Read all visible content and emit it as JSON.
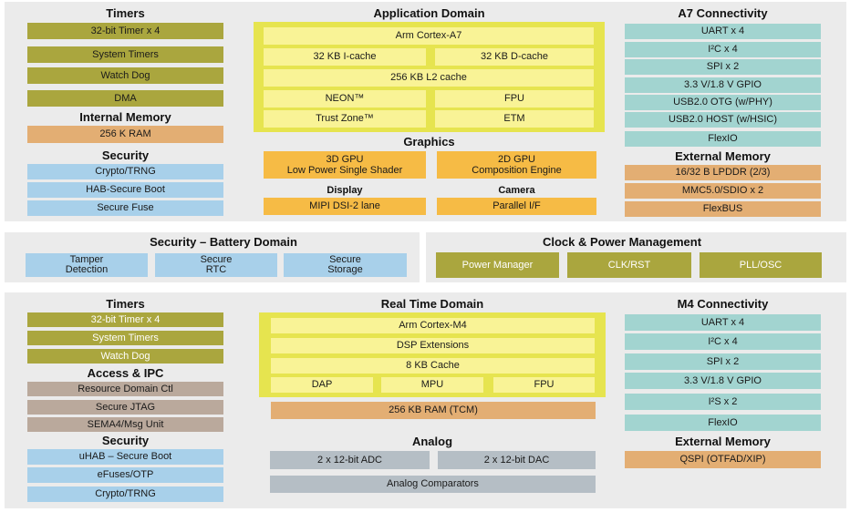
{
  "top": {
    "timers": {
      "title": "Timers",
      "items": [
        "32-bit Timer x 4",
        "System Timers",
        "Watch Dog",
        "DMA"
      ]
    },
    "internal_memory": {
      "title": "Internal Memory",
      "items": [
        "256 K RAM"
      ]
    },
    "security": {
      "title": "Security",
      "items": [
        "Crypto/TRNG",
        "HAB-Secure Boot",
        "Secure Fuse"
      ]
    },
    "application": {
      "title": "Application Domain",
      "core": "Arm Cortex-A7",
      "icache": "32 KB I-cache",
      "dcache": "32 KB D-cache",
      "l2": "256 KB L2 cache",
      "neon": "NEON™",
      "fpu": "FPU",
      "trustzone": "Trust Zone™",
      "etm": "ETM"
    },
    "graphics": {
      "title": "Graphics",
      "gpu3d_line1": "3D GPU",
      "gpu3d_line2": "Low Power Single Shader",
      "gpu2d_line1": "2D GPU",
      "gpu2d_line2": "Composition Engine"
    },
    "display": {
      "title": "Display",
      "item": "MIPI DSI-2 lane"
    },
    "camera": {
      "title": "Camera",
      "item": "Parallel I/F"
    },
    "a7_connectivity": {
      "title": "A7 Connectivity",
      "items": [
        "UART x 4",
        "I²C x 4",
        "SPI x 2",
        "3.3 V/1.8 V GPIO",
        "USB2.0 OTG (w/PHY)",
        "USB2.0 HOST (w/HSIC)",
        "FlexIO"
      ]
    },
    "external_memory": {
      "title": "External Memory",
      "items": [
        "16/32 B LPDDR (2/3)",
        "MMC5.0/SDIO x 2",
        "FlexBUS"
      ]
    }
  },
  "middle": {
    "battery": {
      "title": "Security – Battery Domain",
      "tamper_l1": "Tamper",
      "tamper_l2": "Detection",
      "rtc_l1": "Secure",
      "rtc_l2": "RTC",
      "storage_l1": "Secure",
      "storage_l2": "Storage"
    },
    "clock": {
      "title": "Clock & Power Management",
      "items": [
        "Power Manager",
        "CLK/RST",
        "PLL/OSC"
      ]
    }
  },
  "bottom": {
    "timers": {
      "title": "Timers",
      "items": [
        "32-bit Timer x 4",
        "System Timers",
        "Watch Dog"
      ]
    },
    "access_ipc": {
      "title": "Access & IPC",
      "items": [
        "Resource Domain Ctl",
        "Secure JTAG",
        "SEMA4/Msg Unit"
      ]
    },
    "security": {
      "title": "Security",
      "items": [
        "uHAB – Secure Boot",
        "eFuses/OTP",
        "Crypto/TRNG"
      ]
    },
    "realtime": {
      "title": "Real Time Domain",
      "core": "Arm Cortex-M4",
      "dsp": "DSP Extensions",
      "cache": "8 KB Cache",
      "dap": "DAP",
      "mpu": "MPU",
      "fpu": "FPU",
      "ram": "256 KB RAM (TCM)"
    },
    "analog": {
      "title": "Analog",
      "adc": "2 x 12-bit ADC",
      "dac": "2 x 12-bit DAC",
      "comparators": "Analog Comparators"
    },
    "m4_connectivity": {
      "title": "M4 Connectivity",
      "items": [
        "UART x 4",
        "I²C x 4",
        "SPI x 2",
        "3.3 V/1.8 V GPIO",
        "I²S x 2",
        "FlexIO"
      ]
    },
    "external_memory": {
      "title": "External Memory",
      "items": [
        "QSPI (OTFAD/XIP)"
      ]
    }
  }
}
